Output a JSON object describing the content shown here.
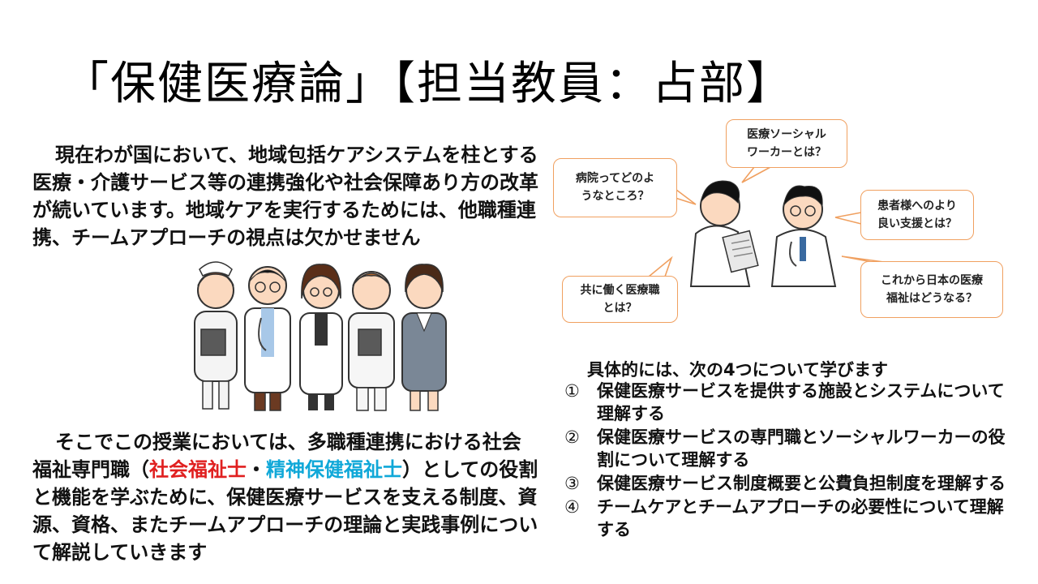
{
  "slide": {
    "title": "「保健医療論」【担当教員：占部】",
    "intro": {
      "text": "現在わが国において、地域包括ケアシステムを柱とする医療・介護サービス等の連携強化や社会保障あり方の改革が続いています。地域ケアを実行するためには、他職種連携、チームアプローチの視点は欠かせません"
    },
    "course": {
      "before": "そこでこの授業においては、多職種連携における社会福祉専門職（",
      "highlight1": "社会福祉士",
      "sep": "・",
      "highlight2": "精神保健福祉士",
      "after": "）としての役割と機能を学ぶために、保健医療サービスを支える制度、資源、資格、またチームアプローチの理論と実践事例について解説していきます"
    },
    "bubbles": {
      "b1": [
        "医療ソーシャル",
        "ワーカーとは？"
      ],
      "b2": [
        "病院ってどのよ",
        "うなところ？"
      ],
      "b3": [
        "患者様へのより",
        "良い支援とは？"
      ],
      "b4": [
        "共に働く医療職",
        "とは？"
      ],
      "b5": [
        "これから日本の医療",
        "福祉はどうなる？"
      ]
    },
    "objectives": {
      "lead": "具体的には、次の4つについて学びます",
      "items": [
        {
          "num": "①",
          "text": "保健医療サービスを提供する施設とシステムについて理解する"
        },
        {
          "num": "②",
          "text": "保健医療サービスの専門職とソーシャルワーカーの役割について理解する"
        },
        {
          "num": "③",
          "text": "保健医療サービス制度概要と公費負担制度を理解する"
        },
        {
          "num": "④",
          "text": "チームケアとチームアプローチの必要性について理解する"
        }
      ]
    },
    "colors": {
      "highlight_red": "#e02020",
      "highlight_blue": "#10a8d8",
      "bubble_border": "#f0a060"
    }
  }
}
